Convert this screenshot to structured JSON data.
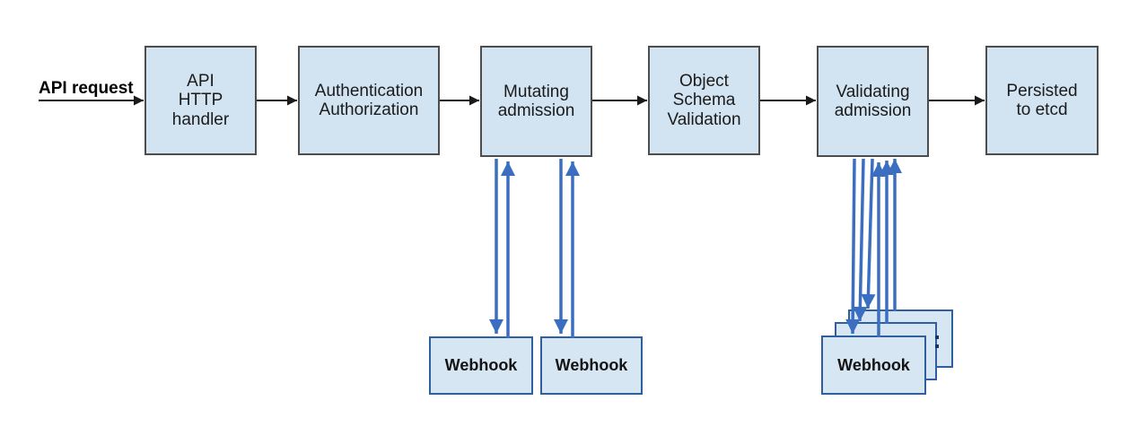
{
  "diagram": {
    "input_label": "API request",
    "nodes": [
      {
        "id": "api-http-handler",
        "label": "API\nHTTP\nhandler"
      },
      {
        "id": "authentication-authorization",
        "label": "Authentication\nAuthorization"
      },
      {
        "id": "mutating-admission",
        "label": "Mutating\nadmission"
      },
      {
        "id": "object-schema-validation",
        "label": "Object\nSchema\nValidation"
      },
      {
        "id": "validating-admission",
        "label": "Validating\nadmission"
      },
      {
        "id": "persisted-to-etcd",
        "label": "Persisted\nto etcd"
      }
    ],
    "mutating_webhooks": [
      {
        "label": "Webhook"
      },
      {
        "label": "Webhook"
      }
    ],
    "validating_webhooks": [
      {
        "label": "Webhook"
      }
    ],
    "colors": {
      "node_fill": "#d2e3f1",
      "node_border": "#4d4d4d",
      "webhook_fill": "#d7e6f3",
      "webhook_border": "#2f5f9e",
      "flow_arrow": "#1a1a1a",
      "webhook_arrow": "#3b6ec0",
      "ellipsis_dots": "#17365d"
    }
  }
}
